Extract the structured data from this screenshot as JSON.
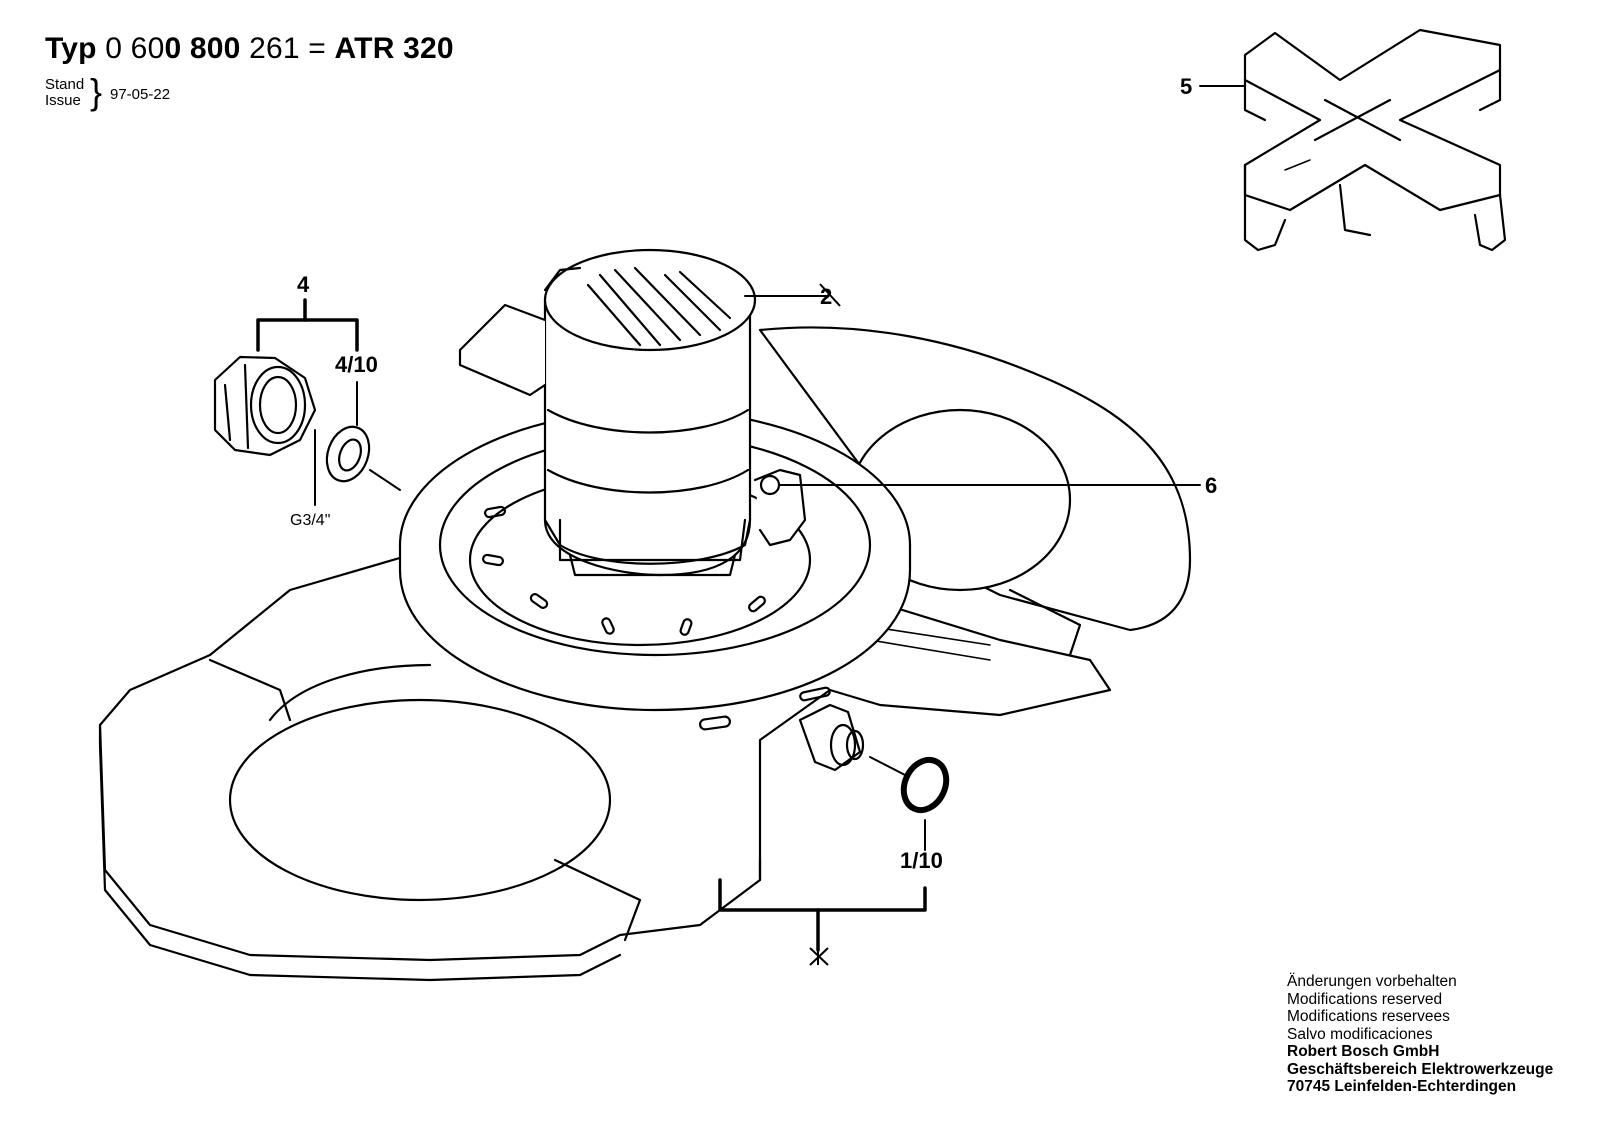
{
  "header": {
    "typ_label": "Typ",
    "part_number_a": "0 60",
    "part_number_b": "0 800",
    "part_number_c": " 261 = ",
    "model": "ATR 320",
    "stand_label": "Stand",
    "issue_label": "Issue",
    "issue_date": "97-05-22"
  },
  "callouts": {
    "c1": "1/10",
    "c2": "2",
    "c4": "4",
    "c4_10": "4/10",
    "c5": "5",
    "c6": "6",
    "thread": "G3/4\""
  },
  "footer": {
    "line1": "Änderungen vorbehalten",
    "line2": "Modifications reserved",
    "line3": "Modifications reservees",
    "line4": "Salvo modificaciones",
    "company": "Robert Bosch GmbH",
    "division": "Geschäftsbereich Elektrowerkzeuge",
    "address": "70745 Leinfelden-Echterdingen"
  }
}
